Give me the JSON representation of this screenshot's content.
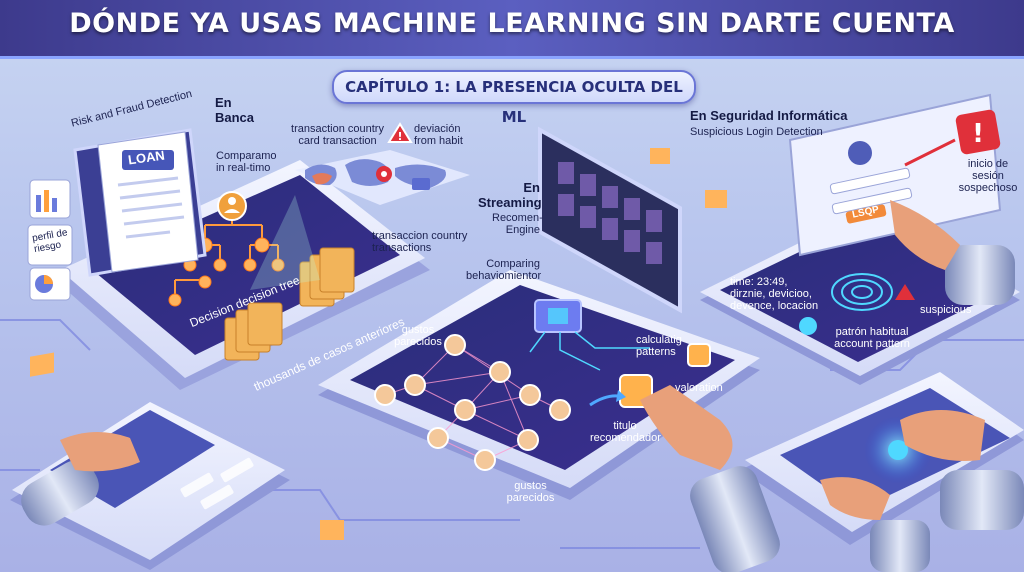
{
  "header": {
    "title": "DÓNDE YA USAS MACHINE LEARNING SIN DARTE CUENTA",
    "chapter": "CAPÍTULO 1: LA PRESENCIA OCULTA DEL ML"
  },
  "banca": {
    "heading": "En Banca",
    "risk": "Risk and Fraud Detection",
    "compara": "Comparamo in real-timo",
    "loan": "LOAN",
    "perfil": "perfil de riesgo",
    "tree": "Decision decision tree",
    "casos": "thousands de casos anteriores",
    "country_card": "transaction country card transaction",
    "deviacion": "deviación from habit",
    "transaccion": "transaccion country transactions"
  },
  "streaming": {
    "heading": "En Streaming",
    "engine": "Recomen- Engine",
    "comparing": "Comparing behaviomientor",
    "gustos_top": "gustos parecidos",
    "gustos_bottom": "gustos parecidos",
    "calculating": "calculatig patterns",
    "valoration": "valoration",
    "titulo": "titulo recomendador"
  },
  "seguridad": {
    "heading": "En Seguridad Informática",
    "subtitle": "Suspicious Login Detection",
    "inicio": "inicio de sesión sospechoso",
    "time_info": "time: 23:49, dirznie, devicioo, devence, locacion",
    "suspicious": "suspicious",
    "patron": "patrón habitual account pattern",
    "login_button": "LSQP"
  },
  "colors": {
    "banner": "#3d3a8c",
    "accent": "#5b5fc0",
    "alert": "#e0303a",
    "circuit": "#4fd8ff"
  }
}
